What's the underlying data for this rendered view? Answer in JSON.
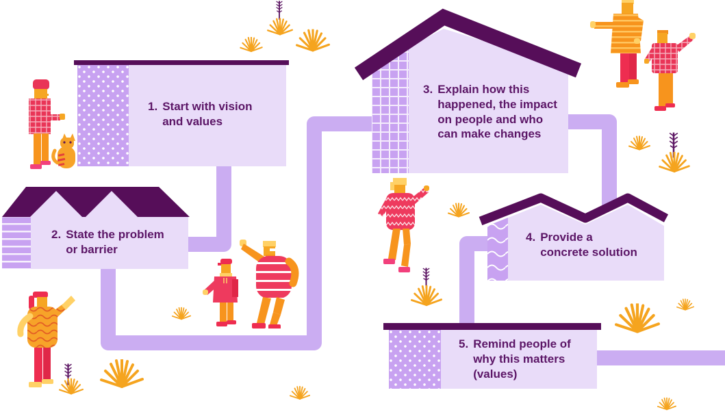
{
  "figure": {
    "steps": [
      {
        "num": "1.",
        "text": "Start with vision\nand values"
      },
      {
        "num": "2.",
        "text": "State the problem\nor barrier"
      },
      {
        "num": "3.",
        "text": "Explain how this\nhappened, the impact\non people and who\ncan make changes"
      },
      {
        "num": "4.",
        "text": "Provide a\nconcrete solution"
      },
      {
        "num": "5.",
        "text": "Remind people of\nwhy this matters\n(values)"
      }
    ],
    "colors": {
      "background": "#ffffff",
      "roof_dark": "#560e59",
      "house_body": "#e9dcf9",
      "house_pattern": "#c8a2f1",
      "path": "#cbadf2",
      "step_text": "#5b1566",
      "plant_orange": "#f5a41f",
      "plant_purple": "#5c1663",
      "skin_orange": "#f6a623",
      "outfit_red": "#ee3a5e",
      "outfit_orange": "#f7941d",
      "hand_yellow": "#ffd166"
    },
    "decorations": {
      "houses": [
        "flat-roof-dotted-house",
        "zigzag-roof-striped-house",
        "peak-roof-grid-house",
        "double-peak-roof-wavy-house",
        "flat-roof-dotted-house"
      ],
      "characters": [
        "person-with-cat",
        "pointing-person",
        "waving-person",
        "child-with-cap",
        "striding-person",
        "walking-person",
        "ponytail-person"
      ],
      "plants": [
        "orange-grass-tuft",
        "purple-sprig"
      ]
    }
  }
}
